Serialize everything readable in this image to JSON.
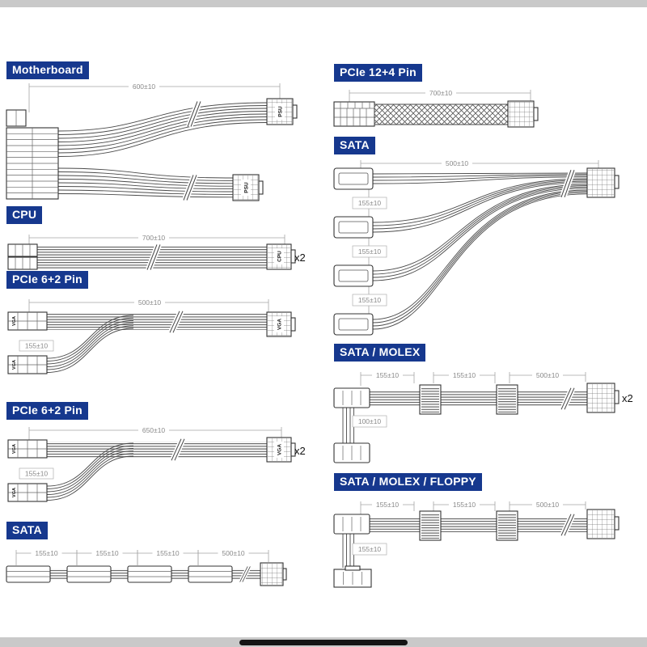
{
  "page": {
    "background": "#ffffff",
    "letterbox_color": "#c9c9c9",
    "accent_color": "#16388e"
  },
  "sections": {
    "motherboard": {
      "label": "Motherboard",
      "dim_main": "600±10",
      "conn_top_label": "PSU",
      "conn_bottom_label": "PSU"
    },
    "cpu": {
      "label": "CPU",
      "dim_main": "700±10",
      "conn_label": "CPU",
      "multiplier": "x2"
    },
    "pcie_a": {
      "label": "PCIe 6+2 Pin",
      "dim_main": "500±10",
      "dim_branch": "155±10",
      "conn_left_top_label": "VGA",
      "conn_left_bottom_label": "VGA",
      "conn_right_label": "VGA"
    },
    "pcie_b": {
      "label": "PCIe 6+2 Pin",
      "dim_main": "650±10",
      "dim_branch": "155±10",
      "conn_left_top_label": "VGA",
      "conn_left_bottom_label": "VGA",
      "conn_right_label": "VGA",
      "multiplier": "x2"
    },
    "sata_left": {
      "label": "SATA",
      "dim_seg1": "155±10",
      "dim_seg2": "155±10",
      "dim_seg3": "155±10",
      "dim_main": "500±10"
    },
    "pcie12": {
      "label": "PCIe 12+4 Pin",
      "dim_main": "700±10"
    },
    "sata_right": {
      "label": "SATA",
      "dim_main": "500±10",
      "dim_seg1": "155±10",
      "dim_seg2": "155±10",
      "dim_seg3": "155±10"
    },
    "sata_molex": {
      "label": "SATA / MOLEX",
      "dim_seg1": "155±10",
      "dim_seg2": "155±10",
      "dim_main": "500±10",
      "dim_branch": "100±10",
      "multiplier": "x2"
    },
    "sata_molex_floppy": {
      "label": "SATA / MOLEX / FLOPPY",
      "dim_seg1": "155±10",
      "dim_seg2": "155±10",
      "dim_main": "500±10",
      "dim_branch": "155±10"
    }
  }
}
